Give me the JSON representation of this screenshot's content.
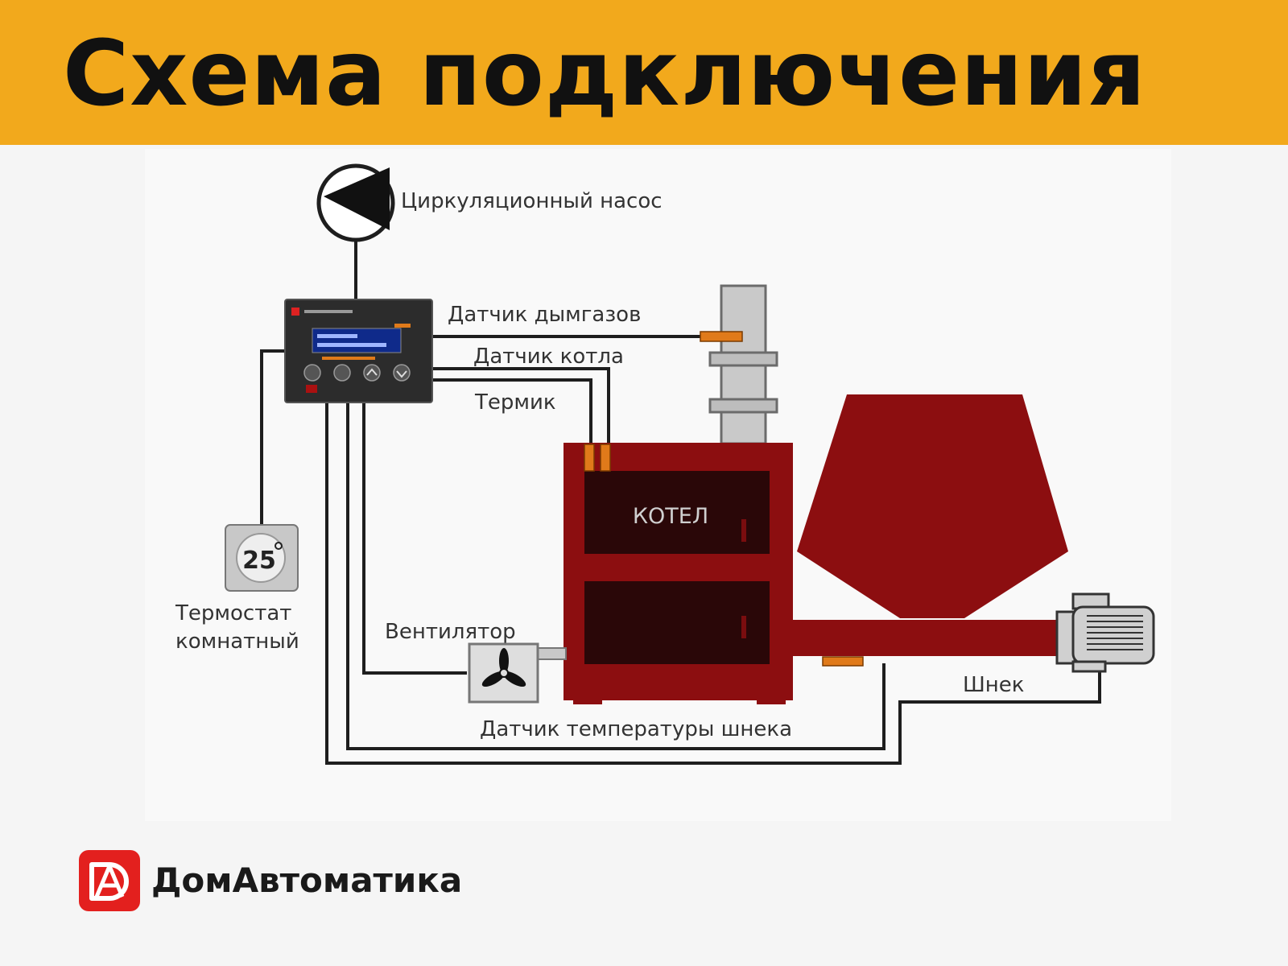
{
  "header": {
    "title": "Схема подключения"
  },
  "labels": {
    "pump": "Циркуляционный насос",
    "flue_sensor": "Датчик дымгазов",
    "boiler_sensor": "Датчик котла",
    "thermal": "Термик",
    "boiler": "КОТЕЛ",
    "thermostat_line1": "Термостат",
    "thermostat_line2": "комнатный",
    "thermostat_value": "25",
    "fan": "Вентилятор",
    "auger": "Шнек",
    "auger_sensor": "Датчик температуры шнека"
  },
  "brand": {
    "name": "ДомАвтоматика"
  },
  "colors": {
    "header_bg": "#f2a91c",
    "boiler": "#8c0e10",
    "logo": "#e3201e",
    "sensor": "#e07a1a"
  }
}
